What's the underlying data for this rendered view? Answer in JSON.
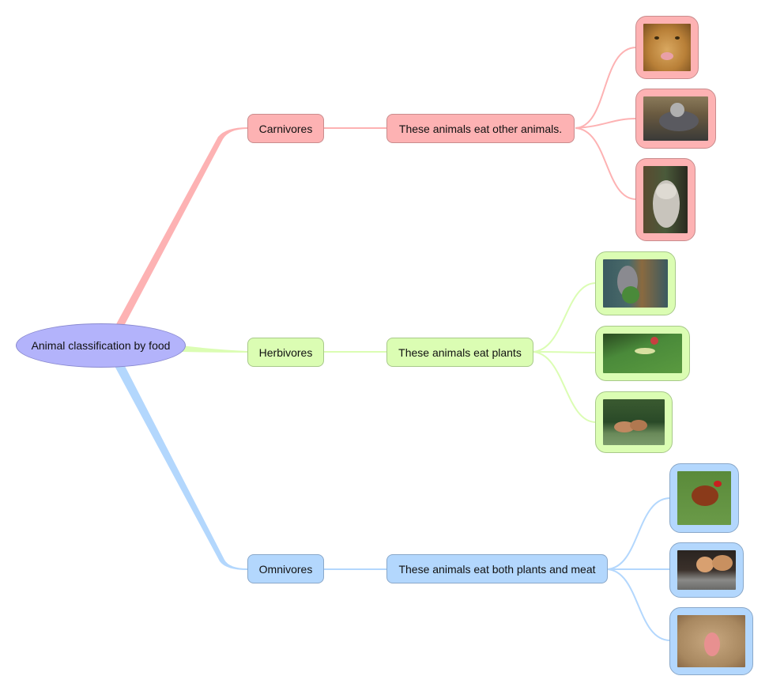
{
  "diagram": {
    "type": "mind-map",
    "root": {
      "label": "Animal classification by food",
      "color": "#b3b3fb"
    },
    "branches": [
      {
        "id": "carnivores",
        "label": "Carnivores",
        "description": "These animals eat other animals.",
        "color": "#fdb2b3",
        "images": [
          {
            "subject": "lion",
            "icon": "lion-photo"
          },
          {
            "subject": "wolf",
            "icon": "wolf-photo"
          },
          {
            "subject": "owl",
            "icon": "owl-photo"
          }
        ]
      },
      {
        "id": "herbivores",
        "label": "Herbivores",
        "description": "These animals eat plants",
        "color": "#dbfdb3",
        "images": [
          {
            "subject": "koala",
            "icon": "koala-photo"
          },
          {
            "subject": "caterpillar",
            "icon": "caterpillar-photo"
          },
          {
            "subject": "deer",
            "icon": "deer-photo"
          }
        ]
      },
      {
        "id": "omnivores",
        "label": "Omnivores",
        "description": "These animals eat both plants and meat",
        "color": "#b3d7fd",
        "images": [
          {
            "subject": "chicken",
            "icon": "chicken-photo"
          },
          {
            "subject": "pig",
            "icon": "pig-photo"
          },
          {
            "subject": "baboon",
            "icon": "baboon-photo"
          }
        ]
      }
    ]
  }
}
